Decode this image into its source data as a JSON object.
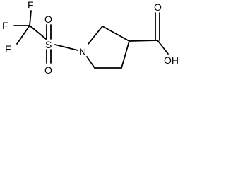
{
  "diagram": {
    "atom_labels": {
      "f_top": "F",
      "f_left": "F",
      "f_bottom": "F",
      "sulfur": "S",
      "o_top": "O",
      "o_bottom": "O",
      "nitrogen": "N",
      "o_carbonyl": "O",
      "hydroxyl": "OH"
    },
    "ink_color": "#000000"
  }
}
